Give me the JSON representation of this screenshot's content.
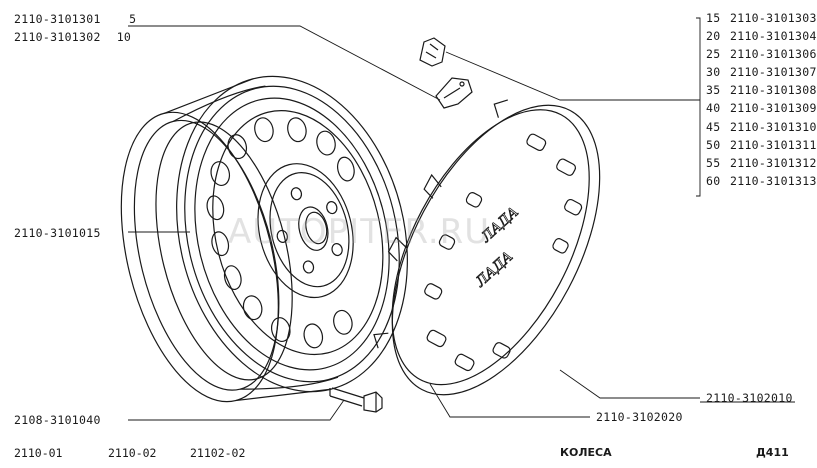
{
  "watermark": "AUTOPITER.RU",
  "labels": {
    "top_left": [
      {
        "part": "2110-3101301",
        "qty": "5"
      },
      {
        "part": "2110-3101302",
        "qty": "10"
      }
    ],
    "rim": "2110-3101015",
    "bolt": "2108-3101040",
    "cap_inner": "2110-3102020",
    "cap": "2110-3102010"
  },
  "weights": [
    {
      "qty": "15",
      "part": "2110-3101303"
    },
    {
      "qty": "20",
      "part": "2110-3101304"
    },
    {
      "qty": "25",
      "part": "2110-3101306"
    },
    {
      "qty": "30",
      "part": "2110-3101307"
    },
    {
      "qty": "35",
      "part": "2110-3101308"
    },
    {
      "qty": "40",
      "part": "2110-3101309"
    },
    {
      "qty": "45",
      "part": "2110-3101310"
    },
    {
      "qty": "50",
      "part": "2110-3101311"
    },
    {
      "qty": "55",
      "part": "2110-3101312"
    },
    {
      "qty": "60",
      "part": "2110-3101313"
    }
  ],
  "footer": {
    "models": [
      "2110-01",
      "2110-02",
      "21102-02"
    ],
    "title": "КОЛЕСА",
    "code": "Д411"
  }
}
